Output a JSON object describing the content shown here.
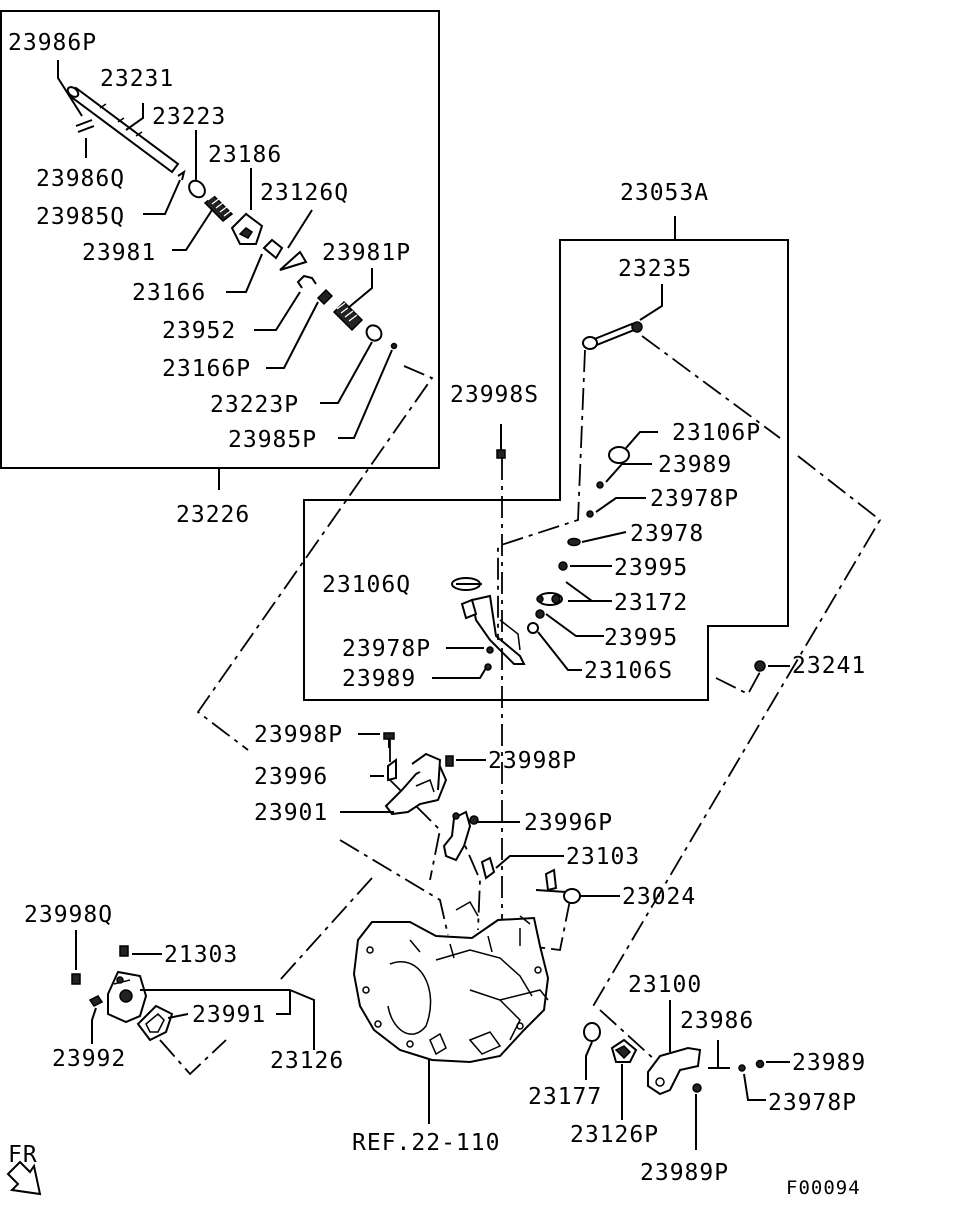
{
  "diagram": {
    "footer_code": "F00094",
    "fr_label": "FR",
    "ref_label": "REF.22-110",
    "inset_label": "23226",
    "group_label": "23053A",
    "parts": {
      "p23986P": "23986P",
      "p23231": "23231",
      "p23223": "23223",
      "p23986Q": "23986Q",
      "p23186": "23186",
      "p23126Q": "23126Q",
      "p23985Q": "23985Q",
      "p23981": "23981",
      "p23981P": "23981P",
      "p23166": "23166",
      "p23952": "23952",
      "p23166P": "23166P",
      "p23223P": "23223P",
      "p23985P": "23985P",
      "p23235": "23235",
      "p23998S": "23998S",
      "p23106P": "23106P",
      "p23989a": "23989",
      "p23978Pa": "23978P",
      "p23978": "23978",
      "p23995a": "23995",
      "p23106Q": "23106Q",
      "p23172": "23172",
      "p23995b": "23995",
      "p23978Pb": "23978P",
      "p23106S": "23106S",
      "p23989b": "23989",
      "p23241": "23241",
      "p23998Pa": "23998P",
      "p23998Pb": "23998P",
      "p23996": "23996",
      "p23901": "23901",
      "p23996P": "23996P",
      "p23103": "23103",
      "p23024": "23024",
      "p23998Q": "23998Q",
      "p21303": "21303",
      "p23100": "23100",
      "p23991": "23991",
      "p23986": "23986",
      "p23989c": "23989",
      "p23992": "23992",
      "p23126": "23126",
      "p23978Pc": "23978P",
      "p23177": "23177",
      "p23126P": "23126P",
      "p23989P": "23989P"
    }
  }
}
